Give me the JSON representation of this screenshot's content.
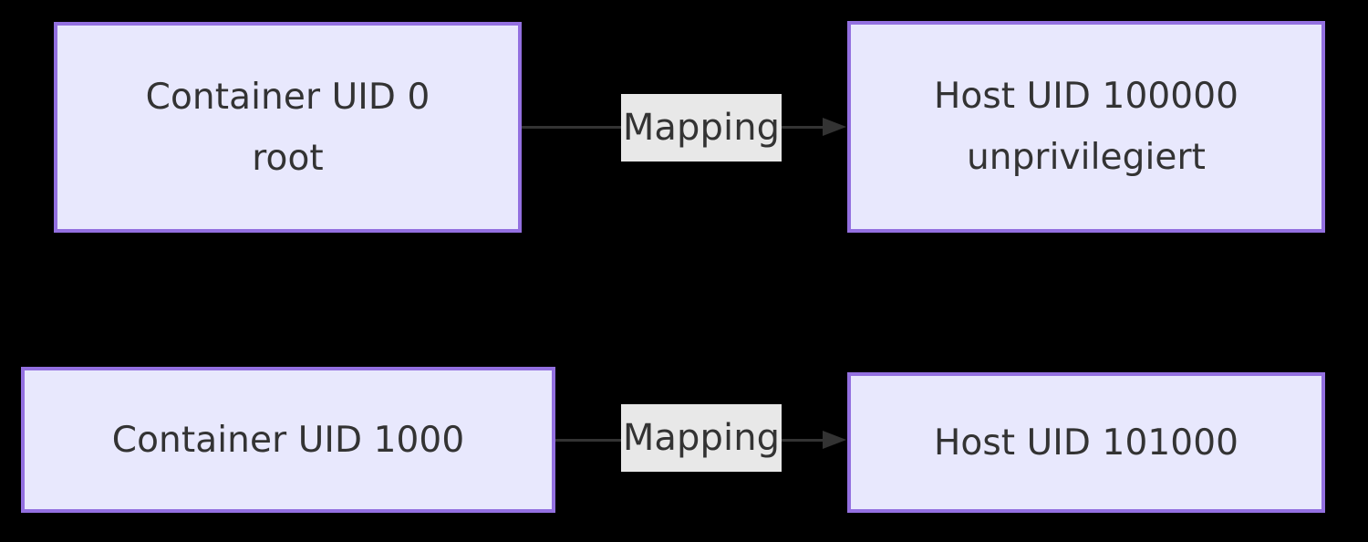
{
  "diagram": {
    "type": "flowchart-lr",
    "background_color": "#000000",
    "node_fill_color": "#e8e8fd",
    "node_border_color": "#9370e0",
    "text_color": "#333333",
    "edge_color": "#333333",
    "edge_label_background": "#e8e8e8",
    "nodes": [
      {
        "id": "container-root",
        "line1": "Container UID 0",
        "line2": "root"
      },
      {
        "id": "host-unprivileged",
        "line1": "Host UID 100000",
        "line2": "unprivilegiert"
      },
      {
        "id": "container-1000",
        "line1": "Container UID 1000"
      },
      {
        "id": "host-101000",
        "line1": "Host UID 101000"
      }
    ],
    "edges": [
      {
        "id": "edge-root-to-host",
        "label": "Mapping",
        "from": "container-root",
        "to": "host-unprivileged"
      },
      {
        "id": "edge-1000-to-101000",
        "label": "Mapping",
        "from": "container-1000",
        "to": "host-101000"
      }
    ]
  }
}
